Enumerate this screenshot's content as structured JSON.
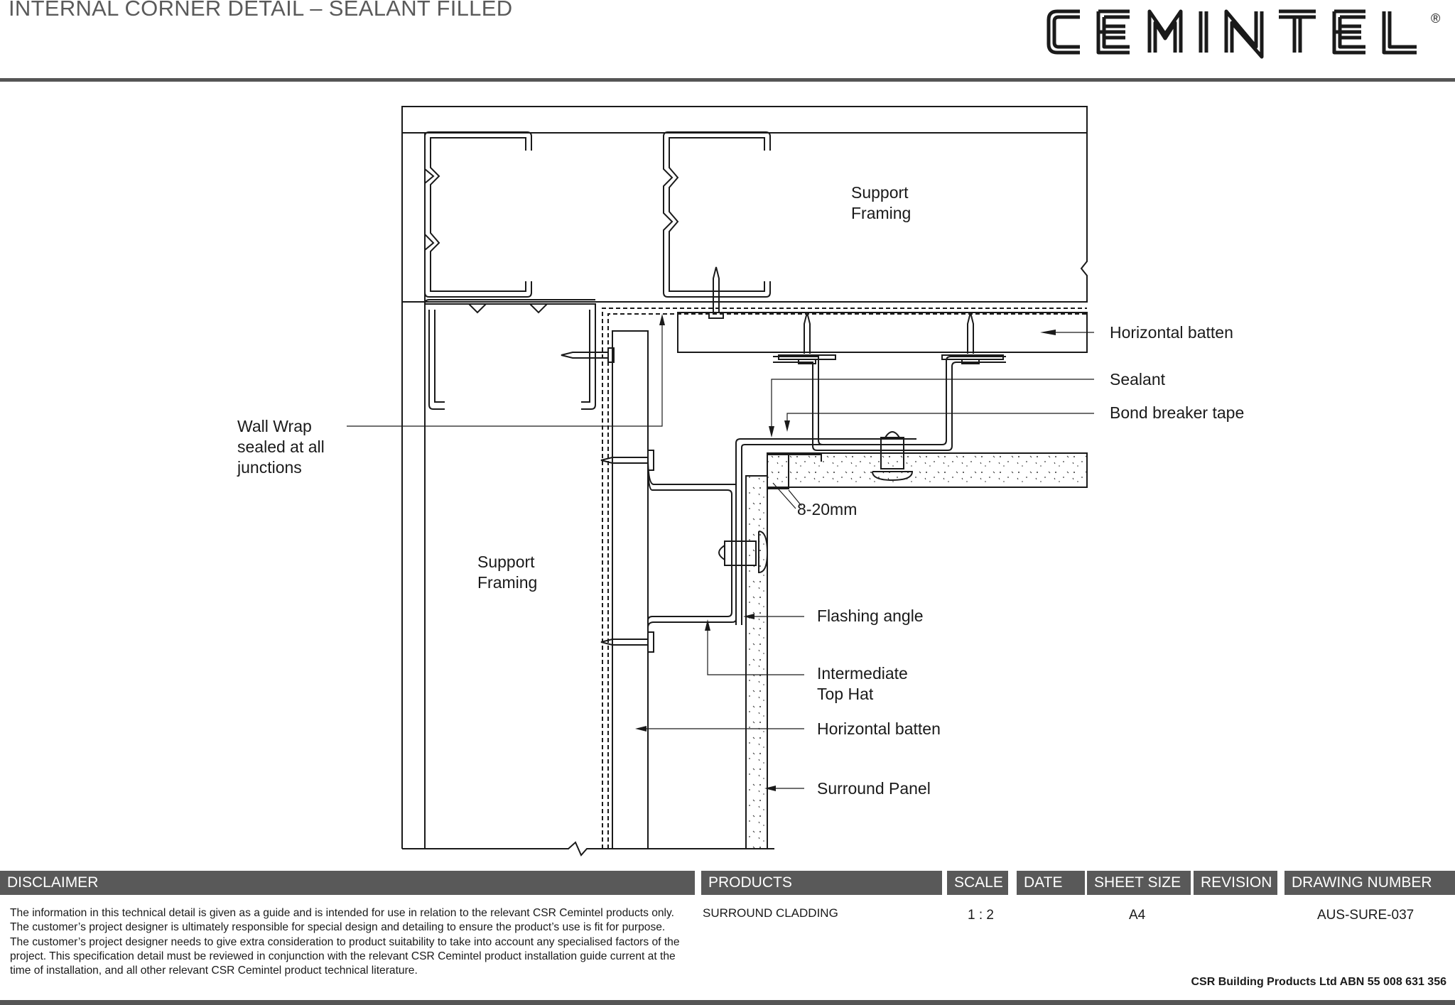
{
  "header": {
    "title": "INTERNAL CORNER DETAIL – SEALANT FILLED",
    "logo_text": "CEMINTEL",
    "logo_mark": "®"
  },
  "drawing": {
    "labels": {
      "support_framing_top": "Support\nFraming",
      "support_framing_left": "Support\nFraming",
      "horizontal_batten_top": "Horizontal batten",
      "sealant": "Sealant",
      "bond_breaker_tape": "Bond breaker tape",
      "wall_wrap": "Wall Wrap\nsealed at all\njunctions",
      "gap": "8-20mm",
      "flashing_angle": "Flashing angle",
      "intermediate_top_hat": "Intermediate\nTop Hat",
      "horizontal_batten_bottom": "Horizontal batten",
      "surround_panel": "Surround Panel"
    }
  },
  "footer": {
    "headers": {
      "disclaimer": "DISCLAIMER",
      "products": "PRODUCTS",
      "scale": "SCALE",
      "date": "DATE",
      "sheet_size": "SHEET SIZE",
      "revision": "REVISION",
      "drawing_number": "DRAWING NUMBER"
    },
    "disclaimer_text": "The information in this technical detail is given as a guide and is intended for use in relation to the relevant CSR Cemintel products only. The customer’s project designer is ultimately responsible for special design and detailing to ensure the product’s use is fit for purpose. The customer’s project designer needs to give extra consideration to product suitability to take into account any specialised factors of the project. This specification detail must be reviewed in conjunction with the relevant CSR Cemintel product installation guide current at the time of installation, and all other relevant CSR Cemintel product technical literature.",
    "products": "SURROUND CLADDING",
    "scale": "1 : 2",
    "date": "",
    "sheet_size": "A4",
    "revision": "",
    "drawing_number": "AUS-SURE-037",
    "company": "CSR Building Products Ltd ABN  55 008 631 356"
  }
}
